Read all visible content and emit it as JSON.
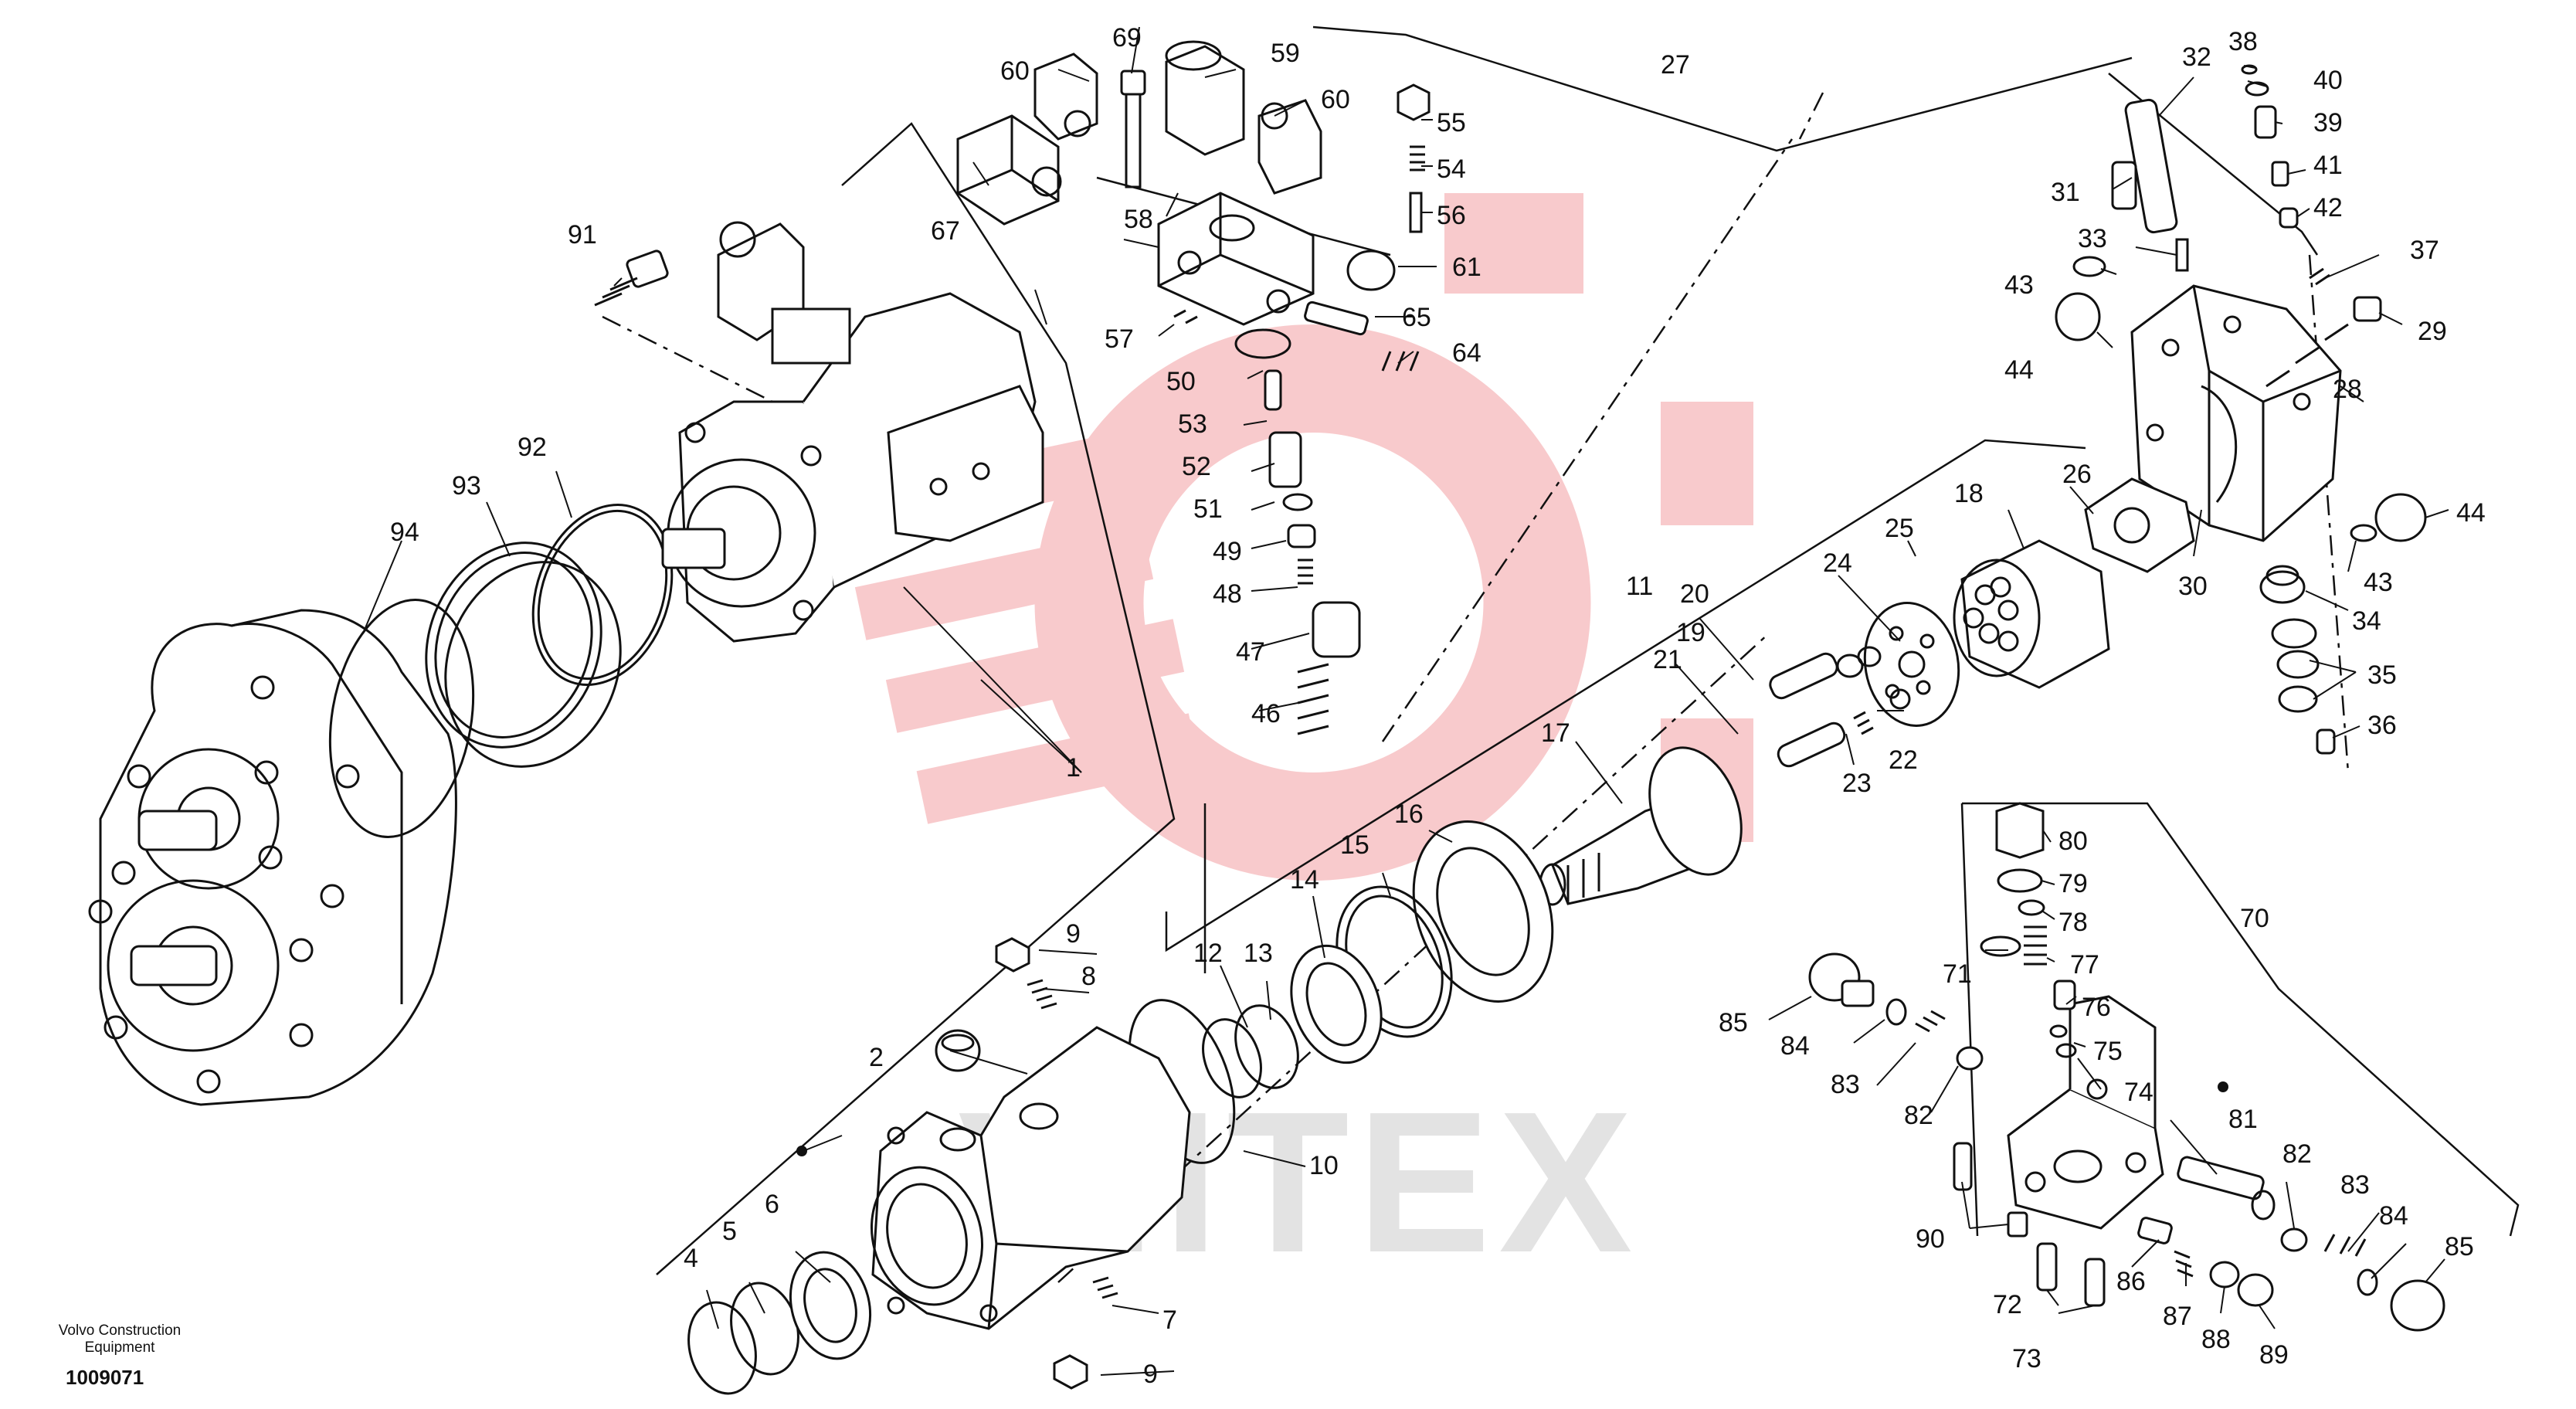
{
  "footer": {
    "maker_line1": "Volvo Construction",
    "maker_line2": "Equipment",
    "document_number": "1009071"
  },
  "watermark": {
    "text": "VIITEX",
    "color": "#f6b9bb"
  },
  "callouts": [
    "1",
    "2",
    "4",
    "5",
    "6",
    "7",
    "8",
    "9",
    "9",
    "10",
    "11",
    "12",
    "13",
    "14",
    "15",
    "16",
    "17",
    "18",
    "19",
    "20",
    "21",
    "22",
    "23",
    "24",
    "25",
    "26",
    "27",
    "28",
    "29",
    "30",
    "31",
    "32",
    "33",
    "34",
    "35",
    "36",
    "37",
    "38",
    "39",
    "40",
    "41",
    "42",
    "43",
    "43",
    "44",
    "44",
    "46",
    "47",
    "48",
    "49",
    "50",
    "51",
    "52",
    "53",
    "54",
    "55",
    "56",
    "57",
    "58",
    "59",
    "60",
    "60",
    "61",
    "64",
    "65",
    "67",
    "69",
    "70",
    "71",
    "72",
    "73",
    "74",
    "75",
    "76",
    "77",
    "78",
    "79",
    "80",
    "81",
    "82",
    "82",
    "83",
    "83",
    "84",
    "84",
    "85",
    "85",
    "86",
    "87",
    "88",
    "89",
    "90",
    "91",
    "92",
    "93",
    "94"
  ]
}
